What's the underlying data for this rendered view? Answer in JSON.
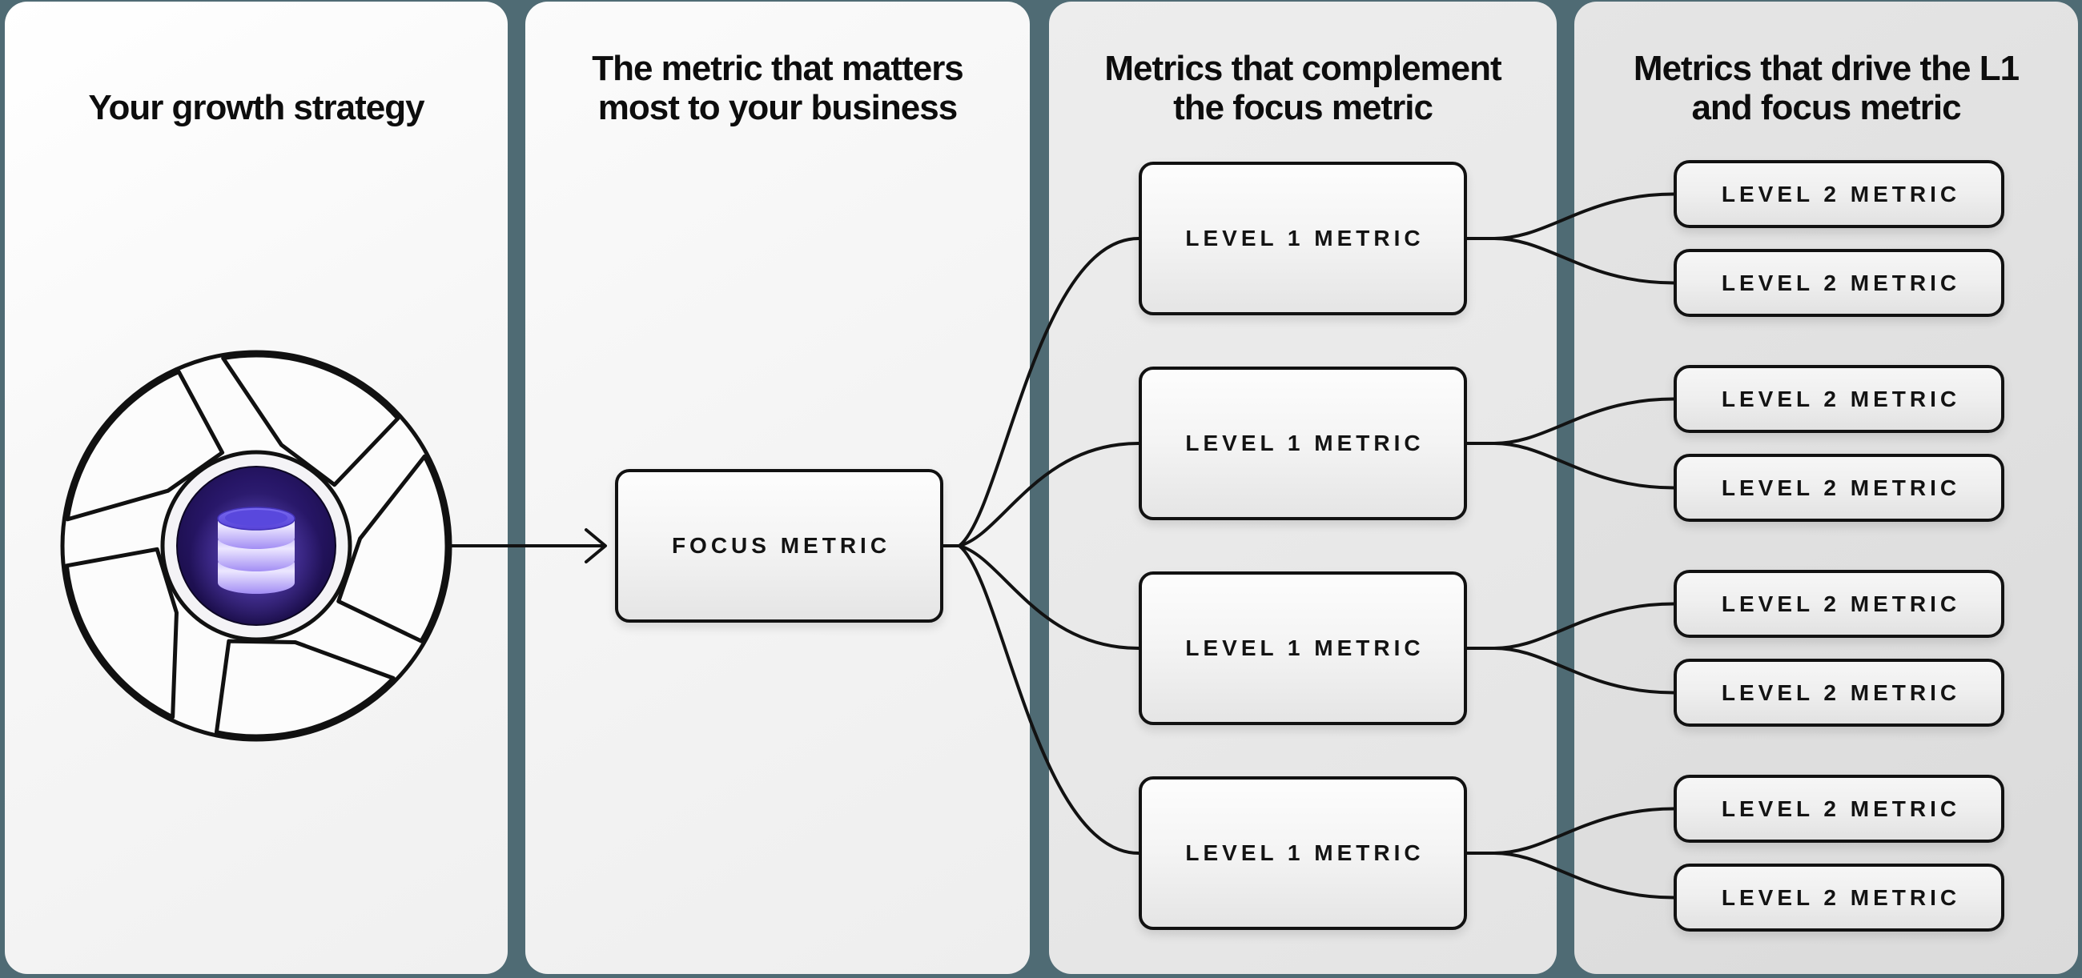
{
  "diagram": {
    "type": "metrics-tree-infographic",
    "colors": {
      "background": "#4f6b74",
      "line": "#121212",
      "box_border": "#111111",
      "panel_1_bg": "#f8f8f8",
      "panel_2_bg": "#f4f4f4",
      "panel_3_bg": "#e9e9e9",
      "panel_4_bg": "#e0e0e0",
      "icon_hub_dark": "#241463",
      "icon_db_purple": "#6c55e9",
      "icon_db_lavender": "#d9d1fc"
    },
    "columns": [
      {
        "id": "growth-strategy",
        "title_lines": [
          "Your growth strategy"
        ],
        "icon": "flywheel-database-icon",
        "boxes": []
      },
      {
        "id": "focus-metric",
        "title_lines": [
          "The metric that matters",
          "most to your business"
        ],
        "boxes": [
          "FOCUS METRIC"
        ]
      },
      {
        "id": "level-1-metrics",
        "title_lines": [
          "Metrics that complement",
          "the focus metric"
        ],
        "boxes": [
          "LEVEL 1 METRIC",
          "LEVEL 1 METRIC",
          "LEVEL 1 METRIC",
          "LEVEL 1 METRIC"
        ]
      },
      {
        "id": "level-2-metrics",
        "title_lines": [
          "Metrics that drive the L1",
          "and focus metric"
        ],
        "boxes": [
          "LEVEL 2 METRIC",
          "LEVEL 2 METRIC",
          "LEVEL 2 METRIC",
          "LEVEL 2 METRIC",
          "LEVEL 2 METRIC",
          "LEVEL 2 METRIC",
          "LEVEL 2 METRIC",
          "LEVEL 2 METRIC"
        ]
      }
    ]
  }
}
